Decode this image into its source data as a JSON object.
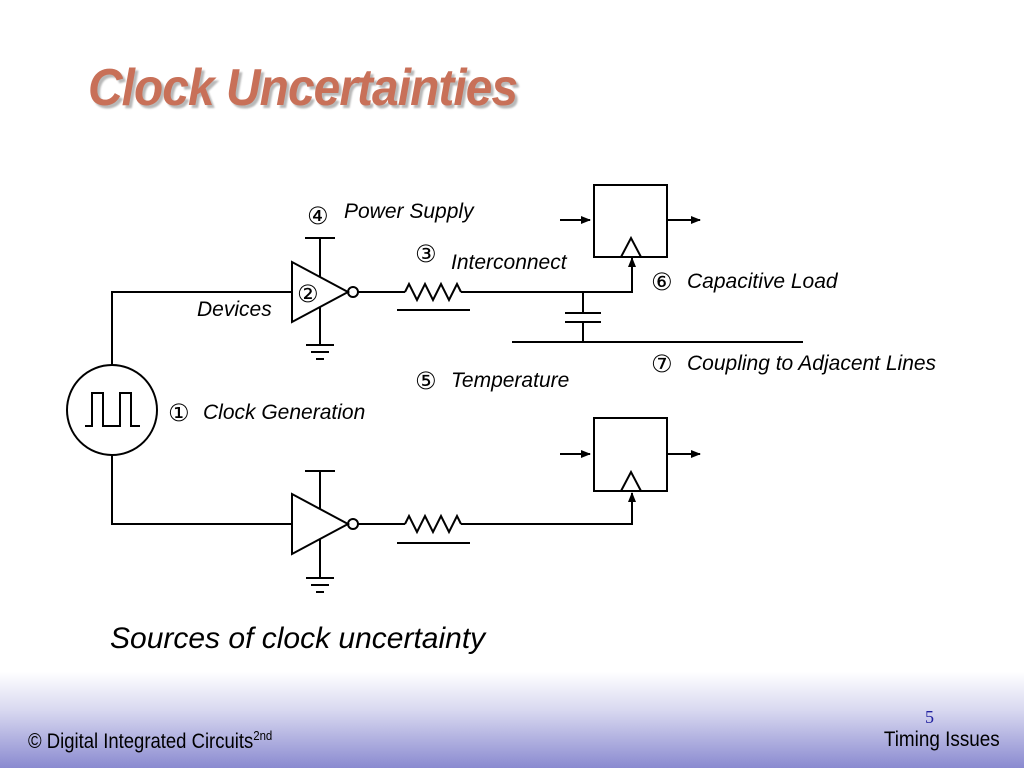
{
  "title": "Clock Uncertainties",
  "diagram": {
    "labels": {
      "power_supply": {
        "num": "④",
        "text": "Power Supply"
      },
      "interconnect": {
        "num": "③",
        "text": "Interconnect"
      },
      "devices": {
        "num": "②",
        "text": "Devices"
      },
      "capacitive_load": {
        "num": "⑥",
        "text": "Capacitive Load"
      },
      "coupling": {
        "num": "⑦",
        "text": "Coupling to Adjacent Lines"
      },
      "temperature": {
        "num": "⑤",
        "text": "Temperature"
      },
      "clock_generation": {
        "num": "①",
        "text": "Clock Generation"
      }
    }
  },
  "caption": "Sources of clock uncertainty",
  "footer": {
    "left": "© Digital Integrated Circuits",
    "left_sup": "2nd",
    "page_number": "5",
    "right": "Timing Issues"
  }
}
